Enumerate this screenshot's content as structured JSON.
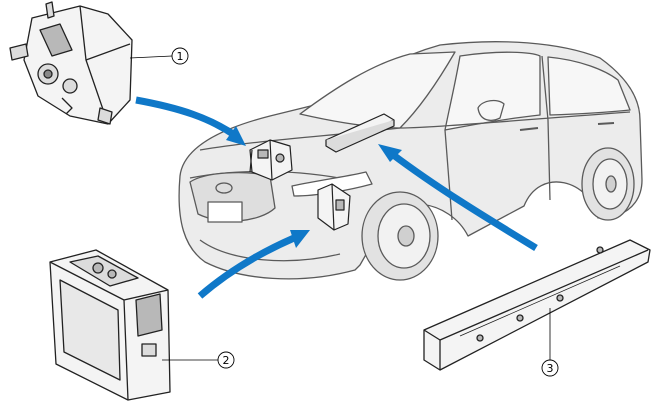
{
  "callouts": [
    {
      "number": "1"
    },
    {
      "number": "2"
    },
    {
      "number": "3"
    }
  ],
  "colors": {
    "arrow": "#0f78c8",
    "car_fill": "#ececec",
    "car_stroke": "#5a5a5a",
    "part_fill": "#f4f4f4",
    "part_dark": "#b8b8b8",
    "callout_line": "#000000"
  }
}
